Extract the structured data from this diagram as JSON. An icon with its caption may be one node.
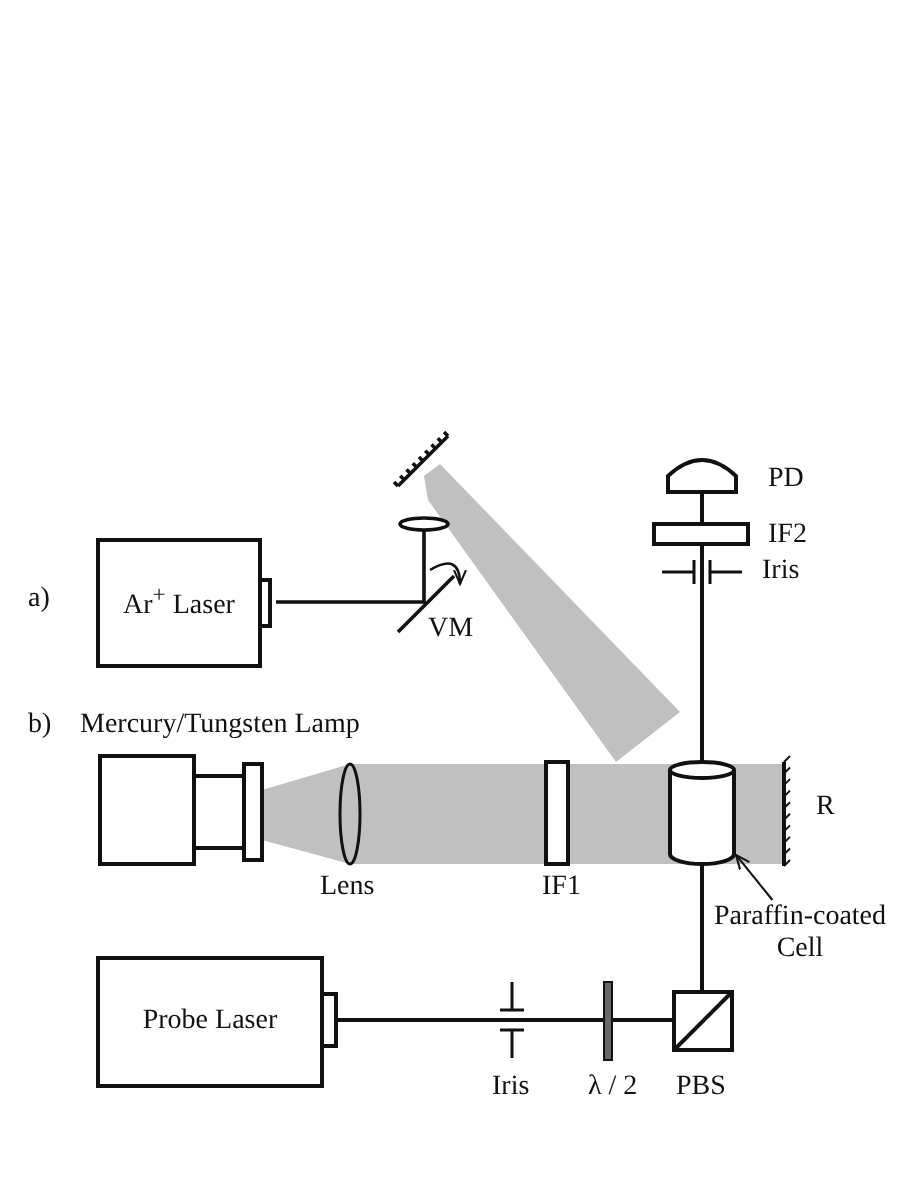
{
  "diagram": {
    "nodes": [
      {
        "text": [
          "Ar$^{+}$ Laser"
        ]
      },
      {
        "text": [
          "Probe Laser"
        ]
      },
      {
        "text": [
          "Paraffin-coated Cell"
        ]
      },
      {
        "text": [],
        "shape": "cylinder"
      }
    ],
    "edges": [
      {
        "from": 2,
        "to": 3,
        "arrow": "to"
      }
    ],
    "labels": [
      "a)",
      "PD",
      "IF2",
      "Iris",
      "VM",
      "b)",
      "Mercury/Tungsten Lamp",
      "R",
      "Lens",
      "IF1",
      "Iris",
      "λ / 2",
      "PBS"
    ]
  }
}
